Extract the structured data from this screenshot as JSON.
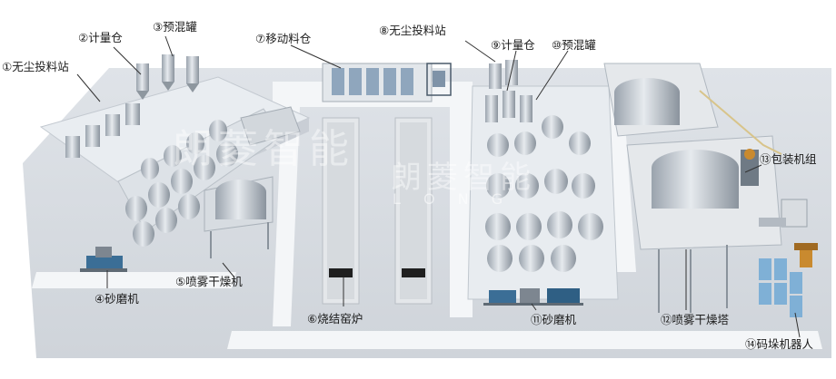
{
  "labels": {
    "l1": "①无尘投料站",
    "l2": "②计量仓",
    "l3": "③预混罐",
    "l4": "④砂磨机",
    "l5": "⑤喷雾干燥机",
    "l6": "⑥烧结窑炉",
    "l7": "⑦移动料仓",
    "l8": "⑧无尘投料站",
    "l9": "⑨计量仓",
    "l10": "⑩预混罐",
    "l11": "⑪砂磨机",
    "l12": "⑫喷雾干燥塔",
    "l13": "⑬包装机组",
    "l14": "⑭码垛机器人"
  },
  "watermark": {
    "left_text": "朗菱智能",
    "right_text": "朗菱智能",
    "latin_text": "L O N G"
  }
}
